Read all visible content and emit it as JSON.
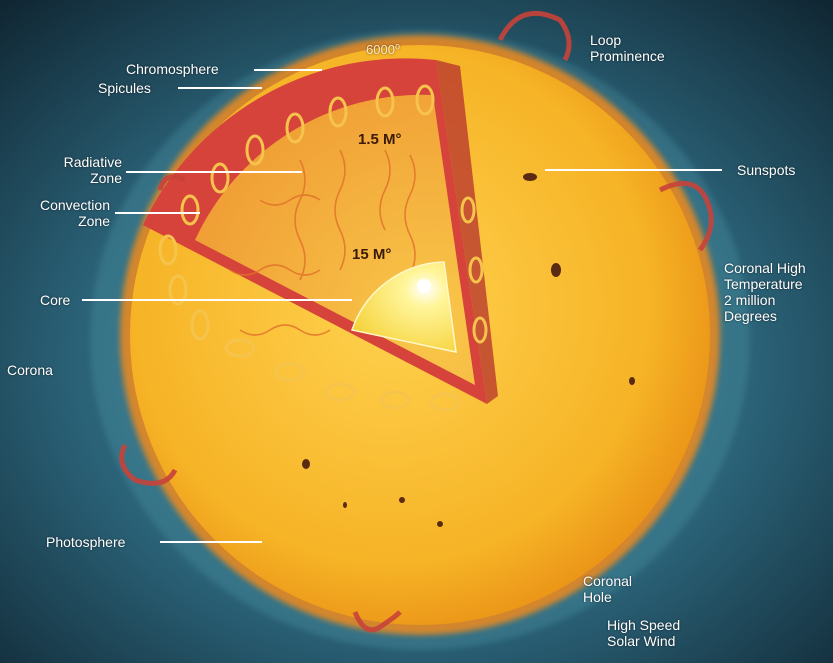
{
  "colors": {
    "background_dark": "#102630",
    "background_teal": "#2f6f84",
    "sun_outer": "#f2a81e",
    "sun_inner": "#ffd35a",
    "chromosphere": "#e0473a",
    "convection_zone": "#d8443a",
    "radiative_zone": "#f2a43a",
    "core": "#fff27a",
    "prominence": "#c8433a",
    "leader_line": "#ffffff"
  },
  "labels": {
    "chromosphere": "Chromosphere",
    "spicules": "Spicules",
    "radiative_zone": "Radiative\nZone",
    "convection_zone": "Convection\nZone",
    "core": "Core",
    "corona": "Corona",
    "photosphere": "Photosphere",
    "loop_prominence": "Loop\nProminence",
    "sunspots": "Sunspots",
    "coronal_high_temperature": "Coronal High\nTemperature\n2 million\nDegrees",
    "coronal_hole": "Coronal\nHole",
    "high_speed_solar_wind": "High Speed\nSolar Wind"
  },
  "temperatures": {
    "surface": "6000⁰",
    "radiative": "1.5 M°",
    "core": "15 M°"
  },
  "icons": {
    "sun": "sun-cutaway-icon",
    "prominence": "prominence-loop-icon",
    "sunspot": "sunspot-icon",
    "convection_cell": "convection-cell-icon"
  }
}
